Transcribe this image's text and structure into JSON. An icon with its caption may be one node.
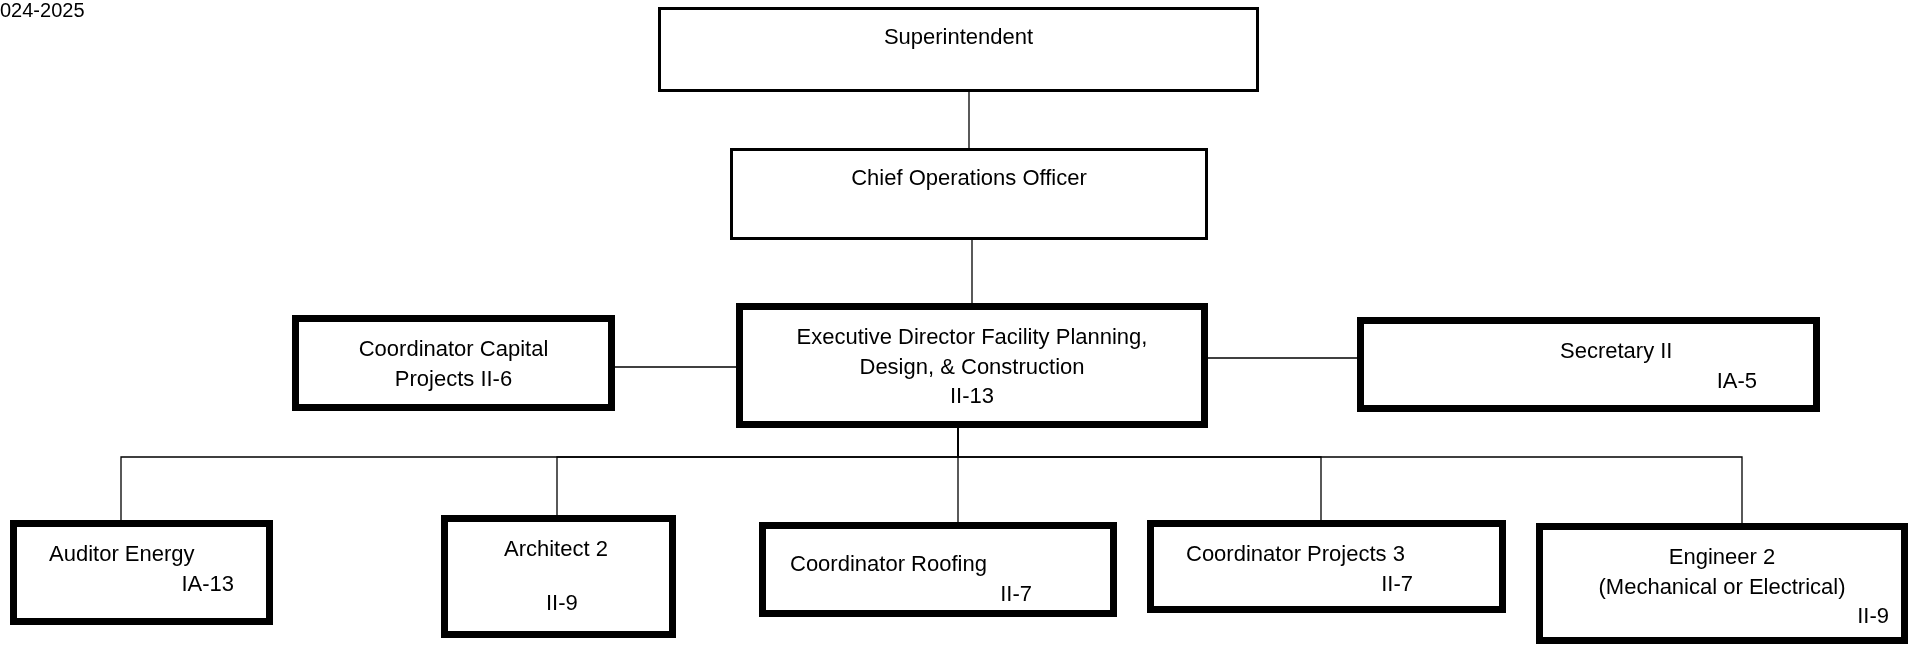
{
  "diagram": {
    "nodes": [
      {
        "text": [
          "Superintendent"
        ]
      },
      {
        "text": [
          "Chief Operations Officer"
        ]
      },
      {
        "text": [
          "Executive Director Facility Planning, Design, & Construction",
          "II-13"
        ]
      },
      {
        "text": [
          "Coordinator Capital Projects II-6"
        ]
      },
      {
        "text": [
          "Secretary II",
          "IA-5"
        ]
      },
      {
        "text": [
          "Auditor Energy",
          "IA-13"
        ]
      },
      {
        "text": [
          "Architect 2",
          "II-9"
        ]
      },
      {
        "text": [
          "Coordinator Roofing",
          "II-7"
        ]
      },
      {
        "text": [
          "Coordinator Projects 3",
          "II-7"
        ]
      },
      {
        "text": [
          "Engineer 2",
          "(Mechanical or Electrical)",
          "II-9"
        ]
      }
    ],
    "edges": [
      {
        "from": 0,
        "to": 1,
        "arrow": "none"
      },
      {
        "from": 1,
        "to": 2,
        "arrow": "none"
      },
      {
        "from": 3,
        "to": 2,
        "arrow": "none"
      },
      {
        "from": 2,
        "to": 4,
        "arrow": "none"
      },
      {
        "from": 2,
        "to": 5,
        "arrow": "none"
      },
      {
        "from": 2,
        "to": 6,
        "arrow": "none"
      },
      {
        "from": 2,
        "to": 7,
        "arrow": "none"
      },
      {
        "from": 2,
        "to": 8,
        "arrow": "none"
      },
      {
        "from": 2,
        "to": 9,
        "arrow": "none"
      }
    ],
    "labels": [
      "024-2025"
    ]
  }
}
